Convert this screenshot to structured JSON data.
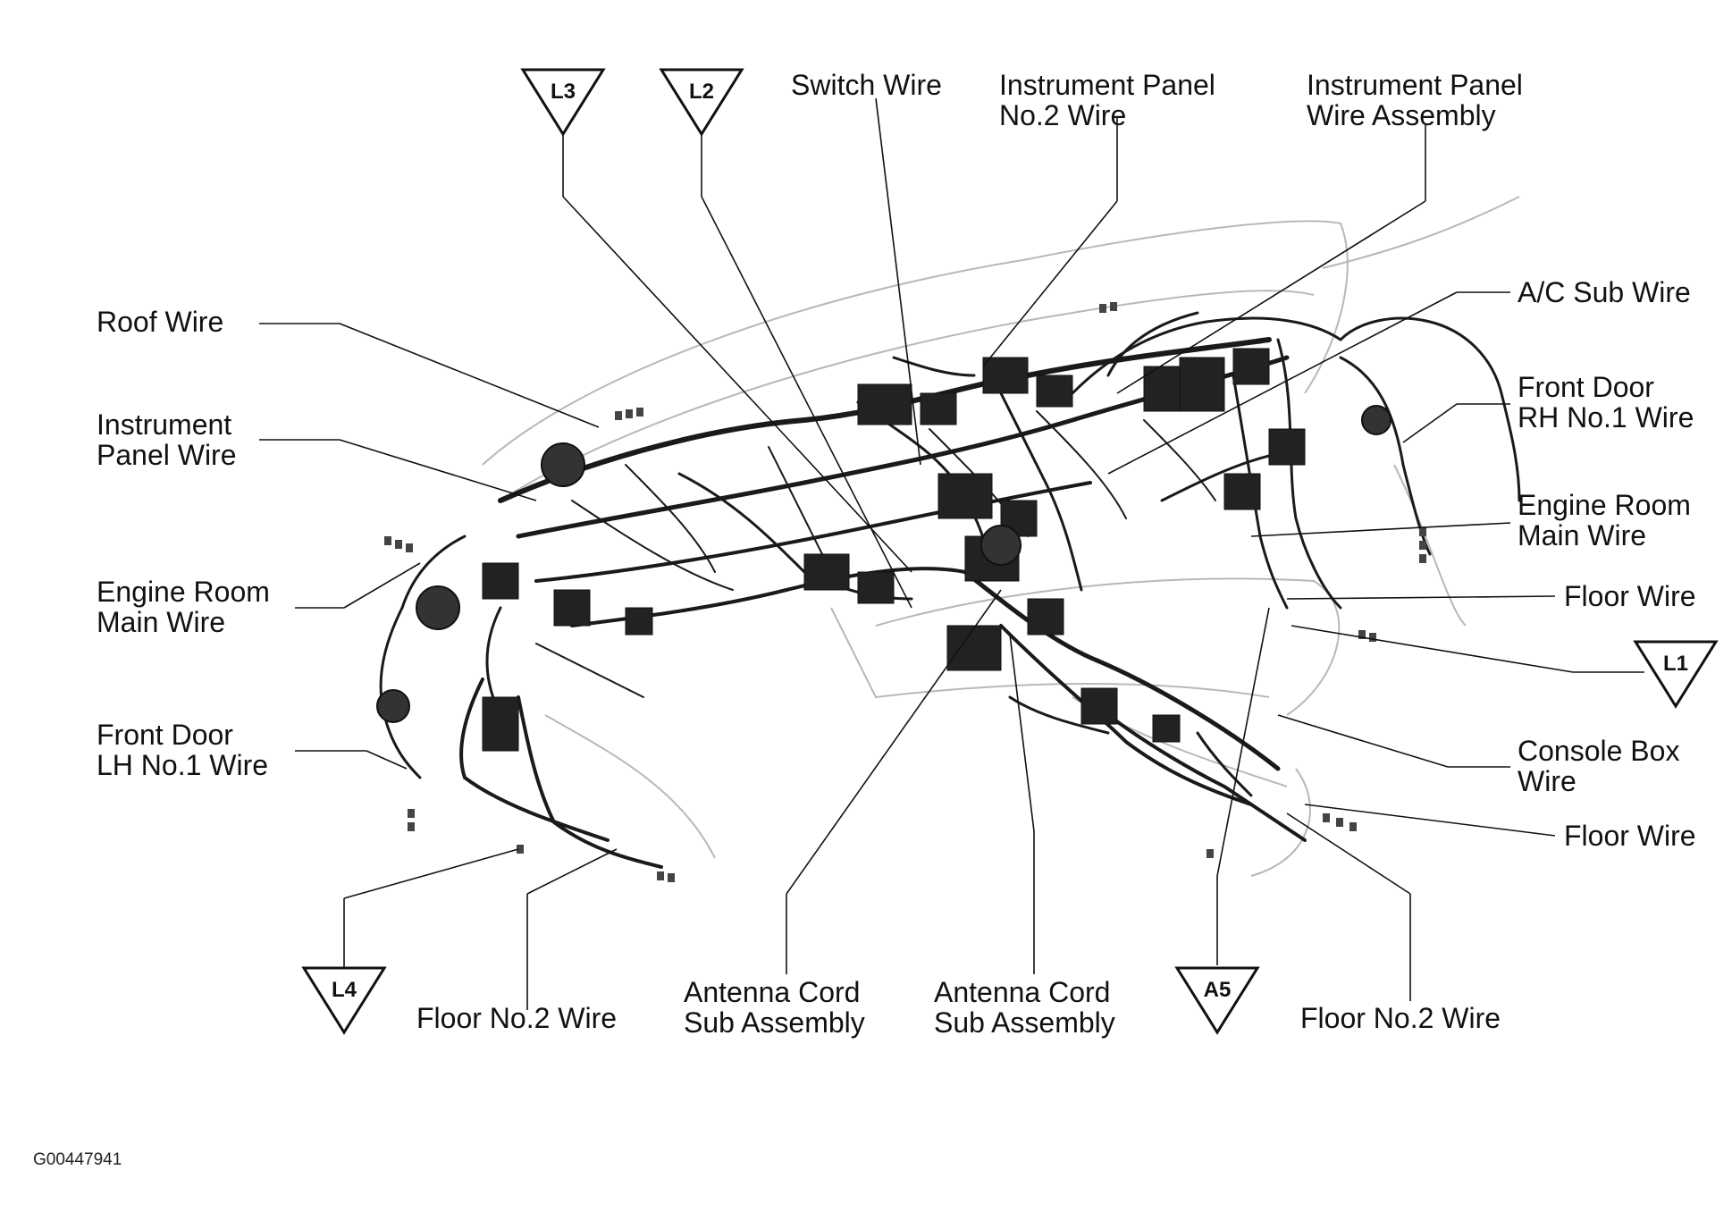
{
  "figure_id": "G00447941",
  "labels": {
    "switch_wire": "Switch Wire",
    "ip_no2_wire": [
      "Instrument Panel",
      "No.2 Wire"
    ],
    "ip_wire_assembly": [
      "Instrument Panel",
      "Wire Assembly"
    ],
    "ac_sub_wire": "A/C Sub Wire",
    "front_door_rh": [
      "Front Door",
      "RH No.1 Wire"
    ],
    "engine_room_main_right": [
      "Engine Room",
      "Main Wire"
    ],
    "floor_wire_upper": "Floor Wire",
    "console_box_wire": [
      "Console Box",
      "Wire"
    ],
    "floor_wire_lower": "Floor Wire",
    "floor_no2_right": "Floor No.2 Wire",
    "antenna_cord_right": [
      "Antenna Cord",
      "Sub Assembly"
    ],
    "antenna_cord_left": [
      "Antenna Cord",
      "Sub Assembly"
    ],
    "floor_no2_left": "Floor No.2 Wire",
    "front_door_lh": [
      "Front Door",
      "LH No.1 Wire"
    ],
    "engine_room_main_left": [
      "Engine Room",
      "Main Wire"
    ],
    "instrument_panel_wire": [
      "Instrument",
      "Panel Wire"
    ],
    "roof_wire": "Roof Wire"
  },
  "connectors": {
    "l3": "L3",
    "l2": "L2",
    "l1": "L1",
    "l4": "L4",
    "a5": "A5"
  },
  "colors": {
    "ink": "#111111",
    "outline": "#b8b8b8",
    "background": "#ffffff"
  }
}
